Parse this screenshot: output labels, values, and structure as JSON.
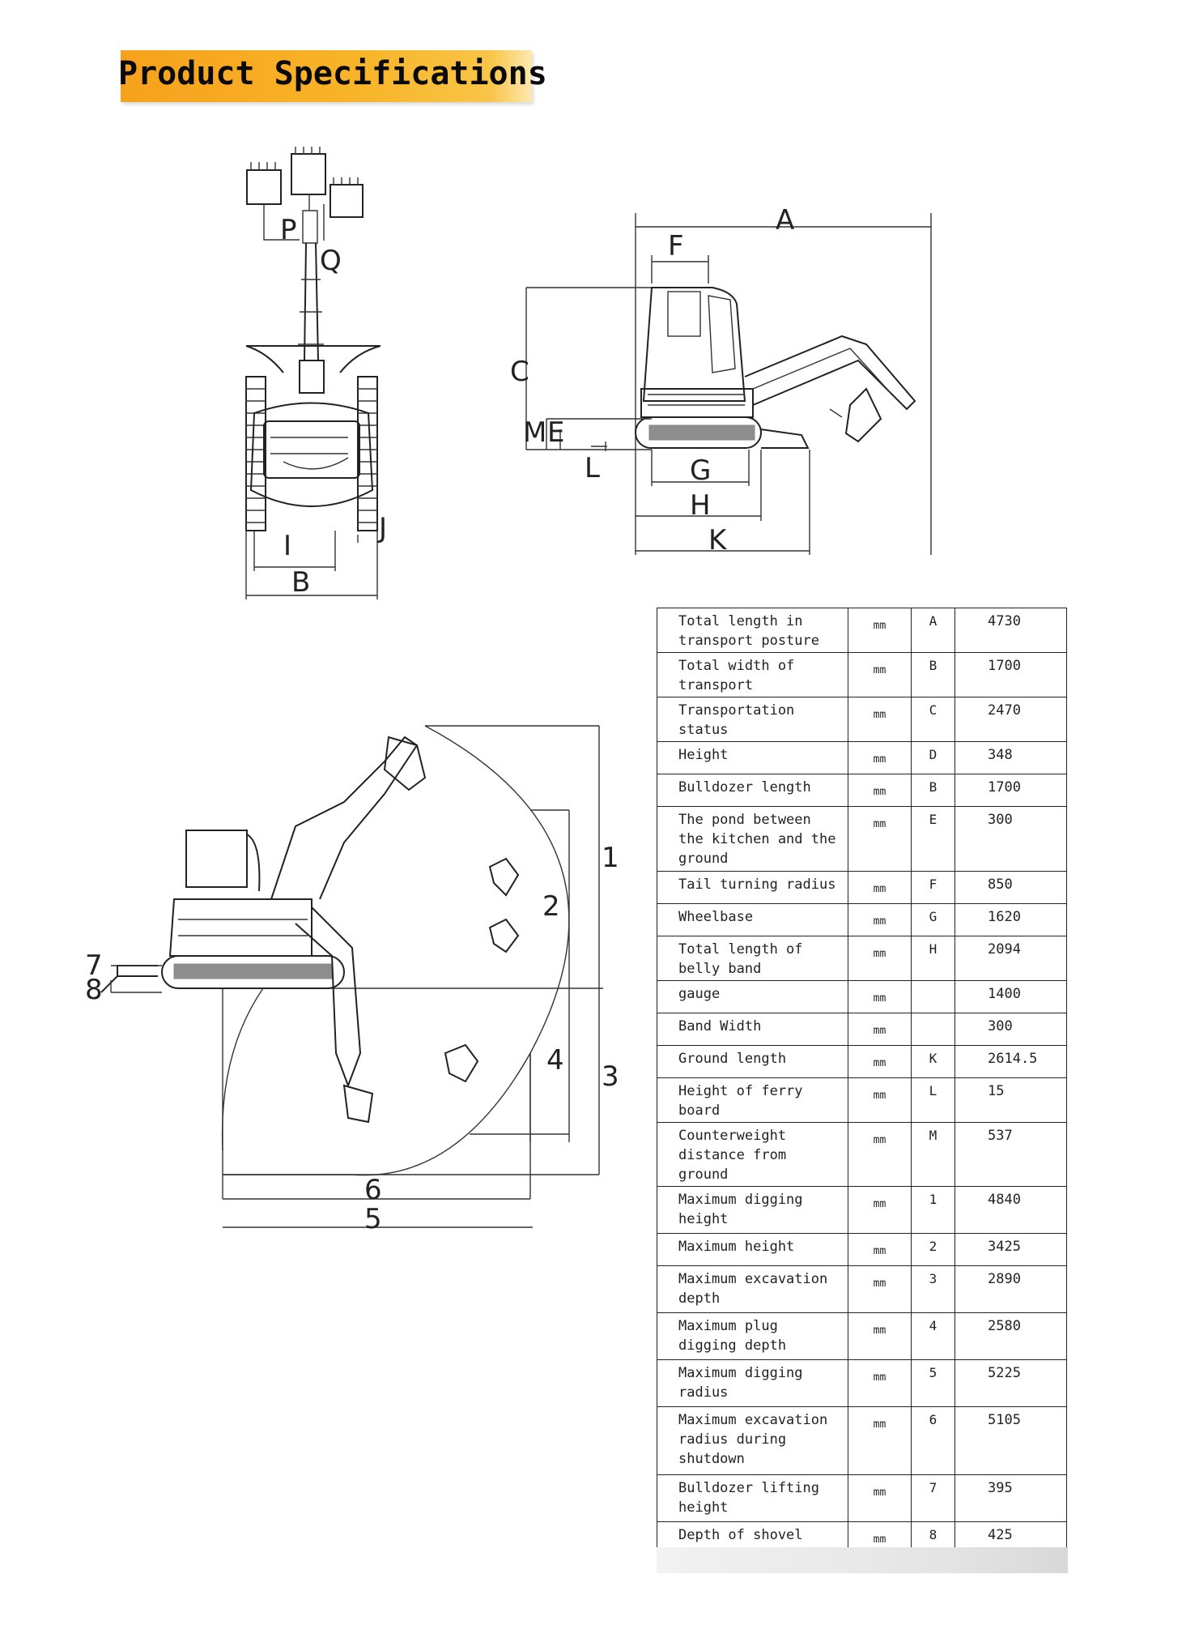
{
  "header": {
    "title": "Product Specifications"
  },
  "diagram_front": {
    "labels": {
      "P": "P",
      "Q": "Q",
      "J": "J",
      "I": "I",
      "B": "B"
    }
  },
  "diagram_side": {
    "labels": {
      "A": "A",
      "F": "F",
      "C": "C",
      "M": "M",
      "E": "E",
      "L": "L",
      "G": "G",
      "H": "H",
      "K": "K"
    }
  },
  "diagram_working": {
    "labels": {
      "d1": "1",
      "d2": "2",
      "d3": "3",
      "d4": "4",
      "d5": "5",
      "d6": "6",
      "d7": "7",
      "d8": "8"
    }
  },
  "spec_table": {
    "rows": [
      {
        "desc": "Total length in transport posture",
        "unit": "mm",
        "code": "A",
        "value": "4730"
      },
      {
        "desc": "Total width of transport",
        "unit": "mm",
        "code": "B",
        "value": "1700"
      },
      {
        "desc": "Transportation status",
        "unit": "mm",
        "code": "C",
        "value": "2470"
      },
      {
        "desc": "Height",
        "unit": "mm",
        "code": "D",
        "value": "348"
      },
      {
        "desc": "Bulldozer length",
        "unit": "mm",
        "code": "B",
        "value": "1700"
      },
      {
        "desc": "The pond between the kitchen and the ground",
        "unit": "mm",
        "code": "E",
        "value": "300"
      },
      {
        "desc": "Tail turning radius",
        "unit": "mm",
        "code": "F",
        "value": "850"
      },
      {
        "desc": "Wheelbase",
        "unit": "mm",
        "code": "G",
        "value": "1620"
      },
      {
        "desc": "Total length of belly band",
        "unit": "mm",
        "code": "H",
        "value": "2094"
      },
      {
        "desc": "gauge",
        "unit": "mm",
        "code": "",
        "value": "1400"
      },
      {
        "desc": "Band Width",
        "unit": "mm",
        "code": "",
        "value": "300"
      },
      {
        "desc": "Ground length",
        "unit": "mm",
        "code": "K",
        "value": "2614.5"
      },
      {
        "desc": "Height of ferry board",
        "unit": "mm",
        "code": "L",
        "value": "15"
      },
      {
        "desc": "Counterweight distance from ground",
        "unit": "mm",
        "code": "M",
        "value": "537"
      },
      {
        "desc": "Maximum digging height",
        "unit": "mm",
        "code": "1",
        "value": "4840"
      },
      {
        "desc": "Maximum height",
        "unit": "mm",
        "code": "2",
        "value": "3425"
      },
      {
        "desc": "Maximum excavation depth",
        "unit": "mm",
        "code": "3",
        "value": "2890"
      },
      {
        "desc": "Maximum plug digging depth",
        "unit": "mm",
        "code": "4",
        "value": "2580"
      },
      {
        "desc": "Maximum digging radius",
        "unit": "mm",
        "code": "5",
        "value": "5225"
      },
      {
        "desc": "Maximum excavation radius during shutdown",
        "unit": "mm",
        "code": "6",
        "value": "5105"
      },
      {
        "desc": "Bulldozer lifting height",
        "unit": "mm",
        "code": "7",
        "value": "395"
      },
      {
        "desc": "Depth of shovel lowered",
        "unit": "mm",
        "code": "8",
        "value": "425"
      }
    ]
  }
}
